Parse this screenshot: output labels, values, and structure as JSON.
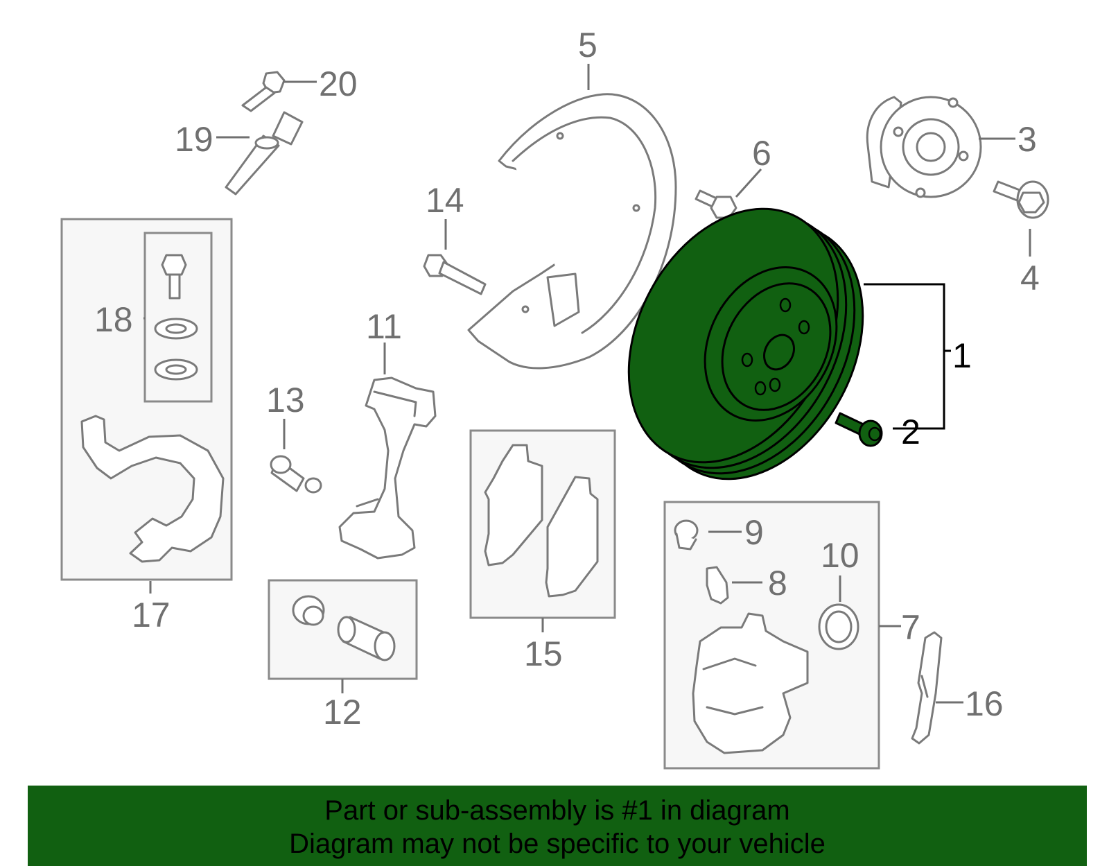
{
  "callouts": {
    "c1": "1",
    "c2": "2",
    "c3": "3",
    "c4": "4",
    "c5": "5",
    "c6": "6",
    "c7": "7",
    "c8": "8",
    "c9": "9",
    "c10": "10",
    "c11": "11",
    "c12": "12",
    "c13": "13",
    "c14": "14",
    "c15": "15",
    "c16": "16",
    "c17": "17",
    "c18": "18",
    "c19": "19",
    "c20": "20"
  },
  "highlighted_part": "1",
  "colors": {
    "highlight": "#116011",
    "outline": "#7a7a7a",
    "text": "#707070"
  },
  "banner": {
    "line1": "Part or sub-assembly is #1 in diagram",
    "line2": "Diagram may not be specific to your vehicle"
  }
}
